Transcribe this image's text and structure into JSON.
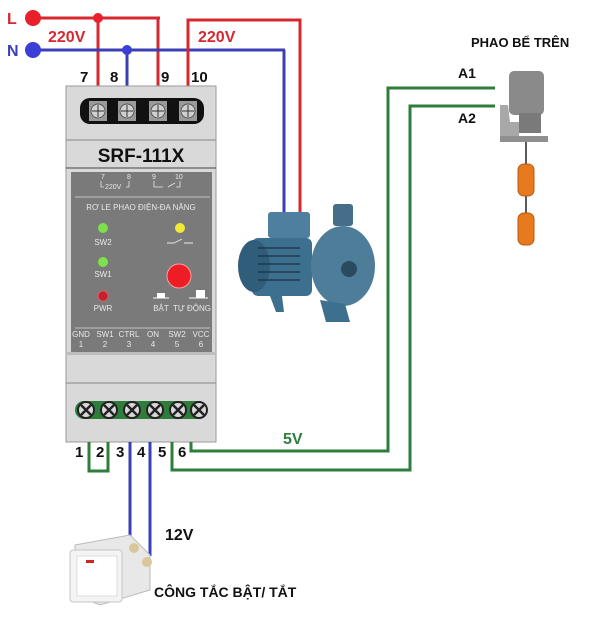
{
  "supply": {
    "line_label": "L",
    "neutral_label": "N",
    "voltage_left": "220V",
    "voltage_right": "220V"
  },
  "relay": {
    "model": "SRF-111X",
    "top_terminals": [
      "7",
      "8",
      "9",
      "10"
    ],
    "panel_legend_top": {
      "t7": "7",
      "t8": "8",
      "v": "220V",
      "t9": "9",
      "t10": "10"
    },
    "panel_title": "RƠ LE PHAO ĐIỆN-ĐA NĂNG",
    "leds": {
      "sw2": "SW2",
      "sw1": "SW1",
      "pwr": "PWR"
    },
    "buttons": {
      "on_label": "BẬT",
      "auto_label": "TỰ ĐỘNG"
    },
    "bottom_pin_names": [
      "GND",
      "SW1",
      "CTRL",
      "ON",
      "SW2",
      "VCC"
    ],
    "bottom_pin_numbers": [
      "1",
      "2",
      "3",
      "4",
      "5",
      "6"
    ],
    "bottom_terminals": [
      "1",
      "2",
      "3",
      "4",
      "5",
      "6"
    ]
  },
  "float_switch": {
    "title": "PHAO BỂ TRÊN",
    "a1": "A1",
    "a2": "A2",
    "voltage": "5V"
  },
  "wall_switch": {
    "title": "CÔNG TẮC BẬT/ TẮT",
    "voltage": "12V"
  },
  "colors": {
    "live": "#d6282f",
    "neutral": "#3b3fb5",
    "signal": "#2e7d3a",
    "control": "#3b3fb5"
  }
}
